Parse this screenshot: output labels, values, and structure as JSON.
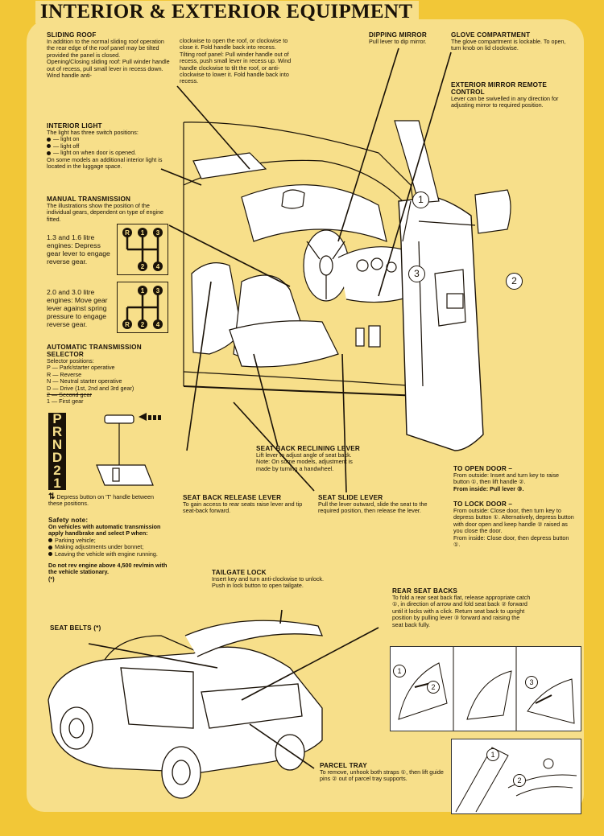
{
  "header": {
    "title": "INTERIOR & EXTERIOR EQUIPMENT"
  },
  "sliding_roof": {
    "heading": "SLIDING ROOF",
    "p1": "In addition to the normal sliding roof operation the rear edge of the roof panel may be tilted provided the panel is closed.",
    "p2": "Opening/Closing sliding roof: Pull winder handle out of recess, pull small lever in recess down. Wind handle anti-",
    "p3": "clockwise to open the roof, or clockwise to close it. Fold handle back into recess.",
    "p4": "Tilting roof panel: Pull winder handle out of recess, push small lever in recess up. Wind handle clockwise to tilt the roof, or anti-clockwise to lower it. Fold handle back into recess."
  },
  "dipping_mirror": {
    "heading": "DIPPING MIRROR",
    "text": "Pull lever to dip mirror."
  },
  "glove_compartment": {
    "heading": "GLOVE COMPARTMENT",
    "text": "The glove compartment is lockable. To open, turn knob on lid clockwise."
  },
  "exterior_mirror": {
    "heading": "EXTERIOR MIRROR REMOTE CONTROL",
    "text": "Lever can be swivelled in any direction for adjusting mirror to required position."
  },
  "interior_light": {
    "heading": "INTERIOR LIGHT",
    "intro": "The light has three switch positions:",
    "items": [
      "— light on",
      "— light off",
      "— light on when door is opened."
    ],
    "note": "On some models an additional interior light is located in the luggage space."
  },
  "manual_transmission": {
    "heading": "MANUAL TRANSMISSION",
    "text": "The illustrations show the position of the individual gears, dependent on type of engine fitted.",
    "g1_text": "1.3 and 1.6 litre engines: Depress gear lever to engage reverse gear.",
    "g2_text": "2.0 and 3.0 litre engines: Move gear lever against spring pressure to engage reverse gear.",
    "g1_labels": [
      "R",
      "1",
      "3",
      "2",
      "4"
    ],
    "g2_labels": [
      "1",
      "3",
      "R",
      "2",
      "4"
    ]
  },
  "automatic": {
    "heading": "AUTOMATIC TRANSMISSION SELECTOR",
    "intro": "Selector positions:",
    "items": [
      "P — Park/starter operative",
      "R — Reverse",
      "N — Neutral starter operative",
      "D — Drive (1st, 2nd and 3rd gear)",
      "2 — Second gear",
      "1 — First gear"
    ],
    "prnd": [
      "P",
      "R",
      "N",
      "D",
      "2",
      "1"
    ],
    "depress": "Depress button on 'T' handle between these positions."
  },
  "safety": {
    "heading": "Safety note:",
    "bold": "On vehicles with automatic transmission apply handbrake and select P when:",
    "items": [
      "Parking vehicle;",
      "Making adjustments under bonnet;",
      "Leaving the vehicle with engine running."
    ],
    "warning": "Do not rev engine above 4,500 rev/min with the vehicle stationary.",
    "mark": "(*)"
  },
  "seat_back_reclining": {
    "heading": "SEAT BACK RECLINING LEVER",
    "text": "Lift lever to adjust angle of seat back. Note: On some models, adjustment is made by turning a handwheel."
  },
  "seat_back_release": {
    "heading": "SEAT BACK RELEASE LEVER",
    "text": "To gain access to rear seats raise lever and tip seat-back forward."
  },
  "seat_slide": {
    "heading": "SEAT SLIDE LEVER",
    "text": "Pull the lever outward, slide the seat to the required position, then release the lever."
  },
  "to_open_door": {
    "heading": "TO OPEN DOOR –",
    "outside": "From outside: Insert and turn key to raise button ①, then lift handle ②.",
    "inside": "From inside: Pull lever ③."
  },
  "to_lock_door": {
    "heading": "TO LOCK DOOR –",
    "outside": "From outside: Close door, then turn key to depress button ①. Alternatively, depress button with door open and keep handle ② raised as you close the door.",
    "inside": "From inside: Close door, then depress button ①."
  },
  "tailgate_lock": {
    "heading": "TAILGATE LOCK",
    "text": "Insert key and turn anti-clockwise to unlock. Push in lock button to open tailgate."
  },
  "seat_belts": {
    "heading": "SEAT BELTS (*)"
  },
  "rear_seat_backs": {
    "heading": "REAR SEAT BACKS",
    "text": "To fold a rear seat back flat, release appropriate catch ①, in direction of arrow and fold seat back ② forward until it locks with a click. Return seat back to upright position by pulling lever ③ forward and raising the seat back fully."
  },
  "parcel_tray": {
    "heading": "PARCEL TRAY",
    "text": "To remove, unhook both straps ①, then lift guide pins ② out of parcel tray supports."
  },
  "callouts": [
    "1",
    "2",
    "3"
  ]
}
